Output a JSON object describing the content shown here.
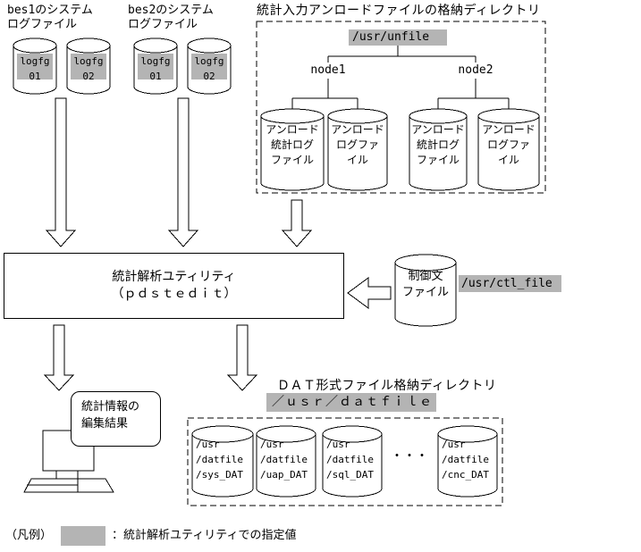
{
  "colors": {
    "highlight": "#b4b4b4",
    "line": "#000000",
    "background": "#ffffff"
  },
  "icons": {
    "disk": "database-cylinder-icon",
    "flow_down": "down-arrow-icon",
    "flow_left": "left-arrow-icon",
    "terminal": "workstation-icon"
  },
  "bes1": {
    "title": "bes1のシステム\nログファイル",
    "disks": [
      {
        "label": "logfg\n01"
      },
      {
        "label": "logfg\n02"
      }
    ]
  },
  "bes2": {
    "title": "bes2のシステム\nログファイル",
    "disks": [
      {
        "label": "logfg\n01"
      },
      {
        "label": "logfg\n02"
      }
    ]
  },
  "unload_dir": {
    "title": "統計入力アンロードファイルの格納ディレクトリ",
    "root": "/usr/unfile",
    "nodes": [
      "node1",
      "node2"
    ],
    "disks": [
      "アンロード\n統計ログ\nファイル",
      "アンロード\nログファ\nイル",
      "アンロード\n統計ログ\nファイル",
      "アンロード\nログファ\nイル"
    ]
  },
  "utility": {
    "line1": "統計解析ユティリティ",
    "line2": "（ｐｄｓｔｅｄｉｔ）"
  },
  "control": {
    "disk": "制御文\nファイル",
    "path": "/usr/ctl_file"
  },
  "edit_result": {
    "label": "統計情報の\n編集結果"
  },
  "dat_dir": {
    "title": "ＤＡＴ形式ファイル格納ディレクトリ",
    "path": "／ｕｓｒ／ｄａｔｆｉｌｅ",
    "disks": [
      "/usr\n/datfile\n/sys_DAT",
      "/usr\n/datfile\n/uap_DAT",
      "/usr\n/datfile\n/sql_DAT",
      "/usr\n/datfile\n/cnc_DAT"
    ],
    "ellipsis": "・・・"
  },
  "legend": {
    "prefix": "（凡例）",
    "label": "：統計解析ユティリティでの指定値"
  }
}
